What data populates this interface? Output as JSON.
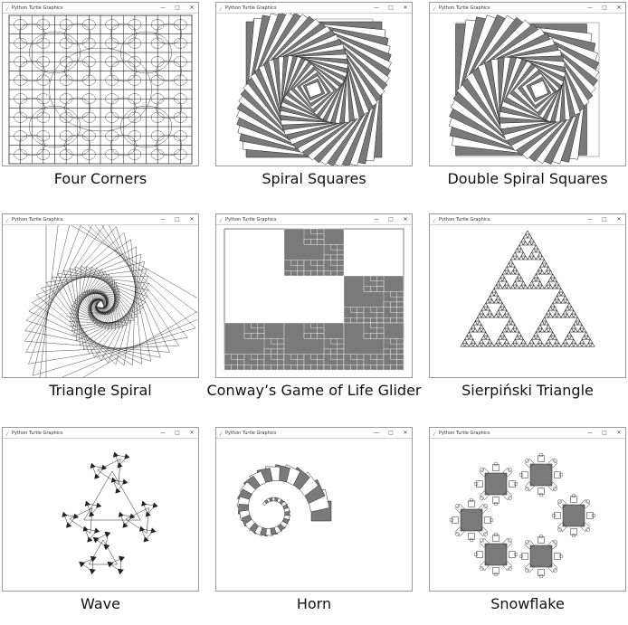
{
  "window_title": "Python Turtle Graphics",
  "window_controls": {
    "minimize": "—",
    "maximize": "□",
    "close": "✕"
  },
  "examples": [
    {
      "caption": "Four Corners"
    },
    {
      "caption": "Spiral Squares"
    },
    {
      "caption": "Double Spiral Squares"
    },
    {
      "caption": "Triangle Spiral"
    },
    {
      "caption": "Conway’s Game of Life Glider"
    },
    {
      "caption": "Sierpiński Triangle"
    },
    {
      "caption": "Wave"
    },
    {
      "caption": "Horn"
    },
    {
      "caption": "Snowflake"
    }
  ],
  "colors": {
    "ink": "#222222",
    "fill": "#7a7a7a",
    "border": "#9a9a9a"
  }
}
